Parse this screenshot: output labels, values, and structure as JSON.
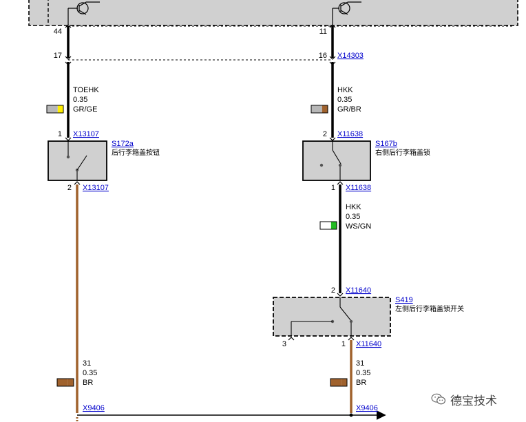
{
  "wires": [
    {
      "id": "w-left-top",
      "code": "TOEHK",
      "size": "0.35",
      "color_code": "GR/GE",
      "swatch": [
        "#b7b7b7",
        "#ffee00"
      ]
    },
    {
      "id": "w-right-top",
      "code": "HKK",
      "size": "0.35",
      "color_code": "GR/BR",
      "swatch": [
        "#b7b7b7",
        "#a0622d"
      ]
    },
    {
      "id": "w-right-mid",
      "code": "HKK",
      "size": "0.35",
      "color_code": "WS/GN",
      "swatch": [
        "#ffffff",
        "#22bb22"
      ]
    },
    {
      "id": "w-left-bottom",
      "code": "31",
      "size": "0.35",
      "color_code": "BR",
      "swatch": [
        "#a0622d",
        "#a0622d"
      ]
    },
    {
      "id": "w-right-bottom",
      "code": "31",
      "size": "0.35",
      "color_code": "BR",
      "swatch": [
        "#a0622d",
        "#a0622d"
      ]
    }
  ],
  "pins": {
    "ecu_left": "44",
    "ecu_right": "11",
    "conn_left": "17",
    "conn_right": "16",
    "s172a_in": "1",
    "s172a_out": "2",
    "s167b_in": "2",
    "s167b_out": "1",
    "s419_in": "2",
    "s419_nc": "3",
    "s419_out": "1"
  },
  "connectors": {
    "x14303": "X14303",
    "x13107_top": "X13107",
    "x13107_bottom": "X13107",
    "x11638_top": "X11638",
    "x11638_bottom": "X11638",
    "x11640_top": "X11640",
    "x11640_bottom": "X11640",
    "x9406_left": "X9406",
    "x9406_right": "X9406"
  },
  "components": {
    "s172a": {
      "ref": "S172a",
      "desc": "后行李箱盖按钮"
    },
    "s167b": {
      "ref": "S167b",
      "desc": "右侧后行李箱盖锁"
    },
    "s419": {
      "ref": "S419",
      "desc": "左侧后行李箱盖锁开关"
    }
  },
  "watermark": {
    "text": "德宝技术",
    "icon": "wechat-icon"
  },
  "colors": {
    "wire_black": "#000000",
    "wire_brown": "#a0622d",
    "component_fill": "#d0d0d0",
    "link": "#0000cc"
  }
}
